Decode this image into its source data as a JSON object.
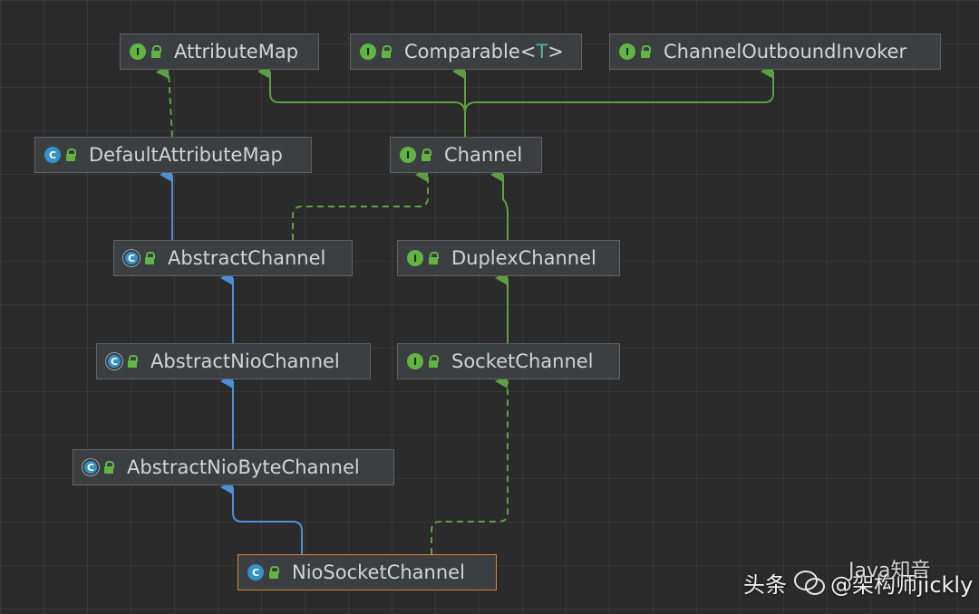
{
  "diagram": {
    "nodes": [
      {
        "id": "AttributeMap",
        "label": "AttributeMap",
        "kind": "interface"
      },
      {
        "id": "Comparable",
        "label": "Comparable<",
        "type_param": "T",
        "label_suffix": ">",
        "kind": "interface"
      },
      {
        "id": "ChannelOutboundInvoker",
        "label": "ChannelOutboundInvoker",
        "kind": "interface"
      },
      {
        "id": "DefaultAttributeMap",
        "label": "DefaultAttributeMap",
        "kind": "class"
      },
      {
        "id": "Channel",
        "label": "Channel",
        "kind": "interface"
      },
      {
        "id": "AbstractChannel",
        "label": "AbstractChannel",
        "kind": "abstract"
      },
      {
        "id": "DuplexChannel",
        "label": "DuplexChannel",
        "kind": "interface"
      },
      {
        "id": "AbstractNioChannel",
        "label": "AbstractNioChannel",
        "kind": "abstract"
      },
      {
        "id": "SocketChannel",
        "label": "SocketChannel",
        "kind": "interface"
      },
      {
        "id": "AbstractNioByteChannel",
        "label": "AbstractNioByteChannel",
        "kind": "abstract"
      },
      {
        "id": "NioSocketChannel",
        "label": "NioSocketChannel",
        "kind": "class",
        "selected": true
      }
    ],
    "edges": [
      {
        "from": "DefaultAttributeMap",
        "to": "AttributeMap",
        "type": "implements"
      },
      {
        "from": "Channel",
        "to": "AttributeMap",
        "type": "extends-interface"
      },
      {
        "from": "Channel",
        "to": "Comparable",
        "type": "extends-interface"
      },
      {
        "from": "Channel",
        "to": "ChannelOutboundInvoker",
        "type": "extends-interface"
      },
      {
        "from": "AbstractChannel",
        "to": "DefaultAttributeMap",
        "type": "extends"
      },
      {
        "from": "AbstractChannel",
        "to": "Channel",
        "type": "implements"
      },
      {
        "from": "DuplexChannel",
        "to": "Channel",
        "type": "extends-interface"
      },
      {
        "from": "AbstractNioChannel",
        "to": "AbstractChannel",
        "type": "extends"
      },
      {
        "from": "SocketChannel",
        "to": "DuplexChannel",
        "type": "extends-interface"
      },
      {
        "from": "AbstractNioByteChannel",
        "to": "AbstractNioChannel",
        "type": "extends"
      },
      {
        "from": "NioSocketChannel",
        "to": "AbstractNioByteChannel",
        "type": "extends"
      },
      {
        "from": "NioSocketChannel",
        "to": "SocketChannel",
        "type": "implements"
      }
    ],
    "badges": {
      "interface": "I",
      "class": "C",
      "abstract": "C"
    },
    "colors": {
      "background": "#2b2b2b",
      "node_fill": "#3c3f41",
      "node_border": "#5e6265",
      "selected_border": "#d6843b",
      "text": "#d2d4d6",
      "interface_badge": "#62b543",
      "class_badge": "#3592c4",
      "extends_edge": "#4f8fd9",
      "interface_edge": "#5f9f43",
      "type_param": "#4fb3a4"
    }
  },
  "watermark": {
    "platform": "头条",
    "author": "@架构师jickly",
    "account": "Java知音"
  }
}
